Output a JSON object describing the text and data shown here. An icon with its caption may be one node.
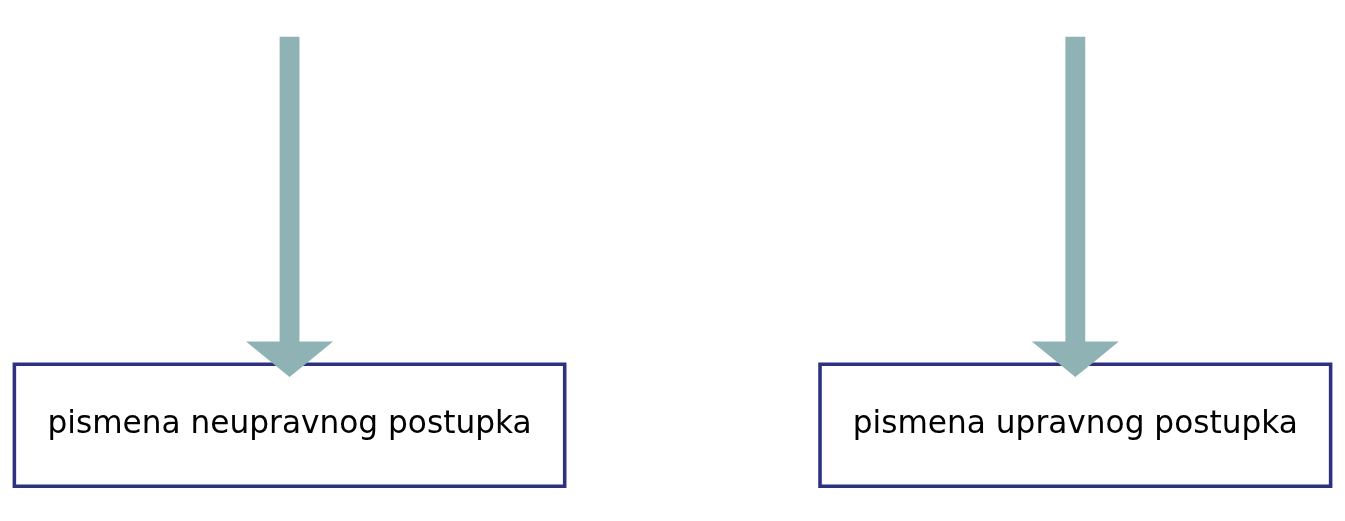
{
  "diagram": {
    "nodes": [
      {
        "text": [
          "pismena neupravnog postupka"
        ]
      },
      {
        "text": [
          "pismena upravnog postupka"
        ]
      }
    ],
    "edges": [
      {
        "from": null,
        "to": 0,
        "arrow": "to"
      },
      {
        "from": null,
        "to": 1,
        "arrow": "to"
      }
    ]
  }
}
